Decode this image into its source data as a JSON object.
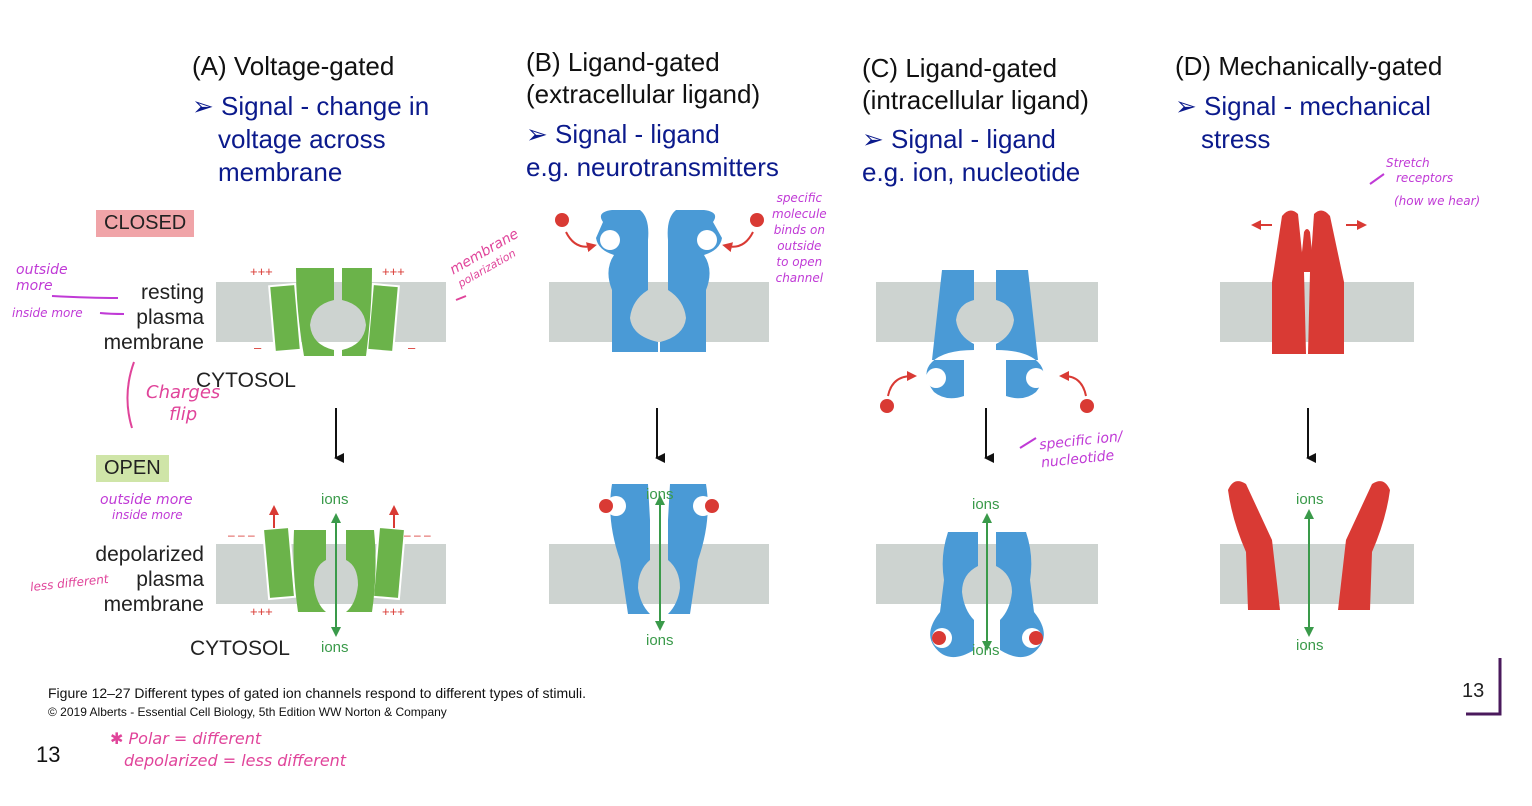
{
  "panels": {
    "a": {
      "title": "(A) Voltage-gated",
      "signal": [
        "Signal - change in",
        "voltage across",
        "membrane"
      ]
    },
    "b": {
      "title": [
        "(B) Ligand-gated",
        "(extracellular ligand)"
      ],
      "signal": "Signal - ligand",
      "example": "e.g. neurotransmitters"
    },
    "c": {
      "title": [
        "(C) Ligand-gated",
        "(intracellular ligand)"
      ],
      "signal": "Signal - ligand",
      "example": "e.g. ion, nucleotide"
    },
    "d": {
      "title": "(D) Mechanically-gated",
      "signal": [
        "Signal - mechanical",
        "stress"
      ]
    }
  },
  "states": {
    "closed": "CLOSED",
    "open": "OPEN"
  },
  "labels": {
    "resting": [
      "resting",
      "plasma",
      "membrane"
    ],
    "depolarized": [
      "depolarized",
      "plasma",
      "membrane"
    ],
    "cytosol": "CYTOSOL",
    "ions": "ions",
    "charges": {
      "plus3": "+++",
      "minus3": "– – –",
      "minus": "–",
      "plus": "+"
    }
  },
  "annotations": {
    "outside_more": [
      "outside",
      "more"
    ],
    "inside_more": "inside more",
    "membrane_polarization": [
      "membrane",
      "polarization"
    ],
    "charges_flip": [
      "Charges",
      "flip"
    ],
    "outside_more_neg": "outside more",
    "inside_more_pos": "inside more",
    "less_different": "less different",
    "specific_molecule": [
      "specific",
      "molecule",
      "binds on",
      "outside",
      "to open",
      "channel"
    ],
    "specific_ion": [
      "specific ion/",
      "nucleotide"
    ],
    "stretch_receptors": [
      "Stretch",
      "receptors",
      "(how we hear)"
    ],
    "polar_note": [
      "Polar = different",
      "depolarized = less different"
    ]
  },
  "caption": {
    "line1": "Figure 12–27 Different types of gated ion channels respond to different types of stimuli.",
    "line2": "© 2019 Alberts - Essential Cell Biology, 5th Edition WW Norton & Company"
  },
  "page_number": "13",
  "slide_number": "13",
  "colors": {
    "green": "#6bb34a",
    "blue": "#4a9ad6",
    "red": "#d93a34",
    "membrane": "#cdd3d0",
    "signal": "#0b1a8c",
    "annot_purple": "#c03ad6",
    "annot_pink": "#e0449a",
    "closed_bg": "#f0a4a8",
    "open_bg": "#cfe5a8"
  }
}
